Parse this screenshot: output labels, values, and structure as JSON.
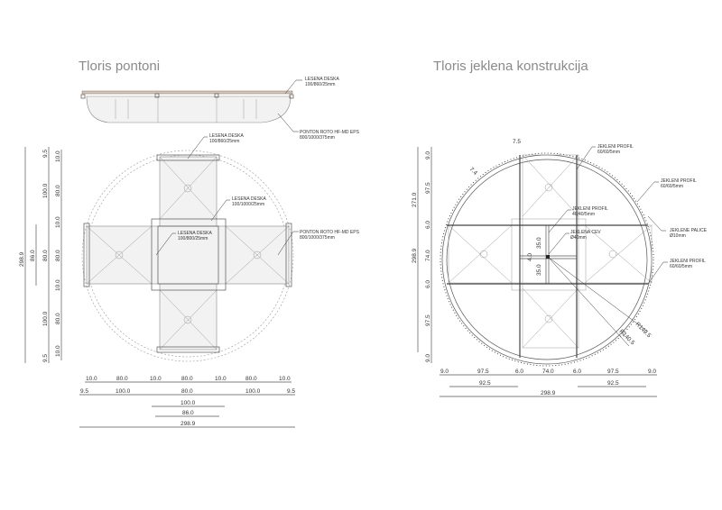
{
  "left": {
    "title": "Tloris pontoni",
    "labels": [
      {
        "line1": "LESENA DESKA",
        "line2": "100/860/25mm"
      },
      {
        "line1": "PONTON ROTO HF-MD EPS",
        "line2": "800/1000/375mm"
      },
      {
        "line1": "LESENA DESKA",
        "line2": "100/860/25mm"
      },
      {
        "line1": "LESENA DESKA",
        "line2": "100/1000/25mm"
      },
      {
        "line1": "LESENA DESKA",
        "line2": "100/800/25mm"
      },
      {
        "line1": "PONTON ROTO HF-MD EPS",
        "line2": "800/1000/375mm"
      }
    ],
    "dims_bottom_row1": [
      "10.0",
      "80.0",
      "10.0",
      "80.0",
      "10.0",
      "80.0",
      "10.0"
    ],
    "dims_bottom_row2": [
      "9.5",
      "100.0",
      "80.0",
      "100.0",
      "9.5"
    ],
    "dims_bottom_row3": [
      "100.0",
      "86.0",
      "298.9"
    ],
    "dims_left_inner": [
      "9.5",
      "10.0",
      "80.0",
      "10.0",
      "80.0",
      "10.0",
      "80.0",
      "10.0",
      "9.5"
    ],
    "dims_left_mid": [
      "100.0",
      "80.0",
      "100.0"
    ],
    "dims_left_outer": [
      "86.0",
      "298.9"
    ]
  },
  "right": {
    "title": "Tloris jeklena konstrukcija",
    "labels": [
      {
        "line1": "JEKLENI PROFIL",
        "line2": "60/60/5mm"
      },
      {
        "line1": "JEKLENI PROFIL",
        "line2": "60/60/5mm"
      },
      {
        "line1": "JEKLENI PROFIL",
        "line2": "40/40/5mm"
      },
      {
        "line1": "JEKLENA CEV",
        "line2": "Ø40mm"
      },
      {
        "line1": "JEKLENE PALICE",
        "line2": "Ø10mm"
      },
      {
        "line1": "JEKLENI PROFIL",
        "line2": "60/60/5mm"
      }
    ],
    "dims_top": [
      "7.5",
      "7.4"
    ],
    "dims_center": [
      "35.0",
      "4.0",
      "35.0"
    ],
    "radii": [
      "R149.5",
      "R140.5"
    ],
    "dims_bottom_row1": [
      "9.0",
      "97.5",
      "6.0",
      "74.0",
      "6.0",
      "97.5",
      "9.0"
    ],
    "dims_bottom_row2": [
      "92.5",
      "92.5"
    ],
    "dims_bottom_total": "298.9",
    "dims_left_inner": [
      "9.0",
      "97.5",
      "6.0",
      "74.0",
      "6.0",
      "97.5",
      "9.0"
    ],
    "dims_left_outer": [
      "298.9",
      "271.0"
    ]
  }
}
